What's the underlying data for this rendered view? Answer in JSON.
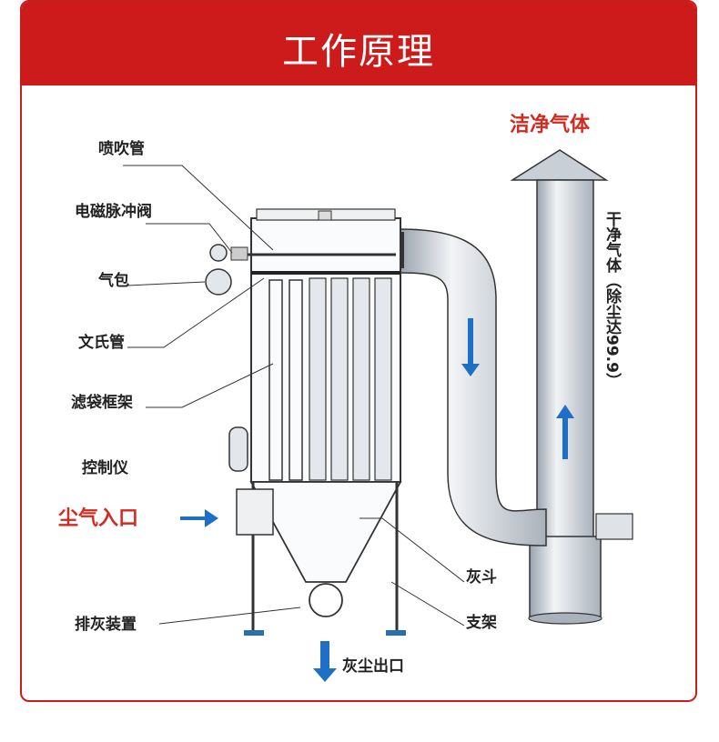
{
  "header": {
    "title": "工作原理"
  },
  "labels": {
    "spray_pipe": "喷吹管",
    "solenoid_valve": "电磁脉冲阀",
    "air_bag": "气包",
    "venturi": "文氏管",
    "bag_frame": "滤袋框架",
    "controller": "控制仪",
    "dust_inlet": "尘气入口",
    "discharge_device": "排灰装置",
    "hopper": "灰斗",
    "support": "支架",
    "dust_outlet": "灰尘出口",
    "clean_gas": "洁净气体",
    "dry_gas_vertical": "干净气体（除尘达99.9）"
  },
  "colors": {
    "brand_red": "#cd1b1b",
    "label_red": "#d22a1f",
    "arrow_blue": "#1f6fc4"
  }
}
